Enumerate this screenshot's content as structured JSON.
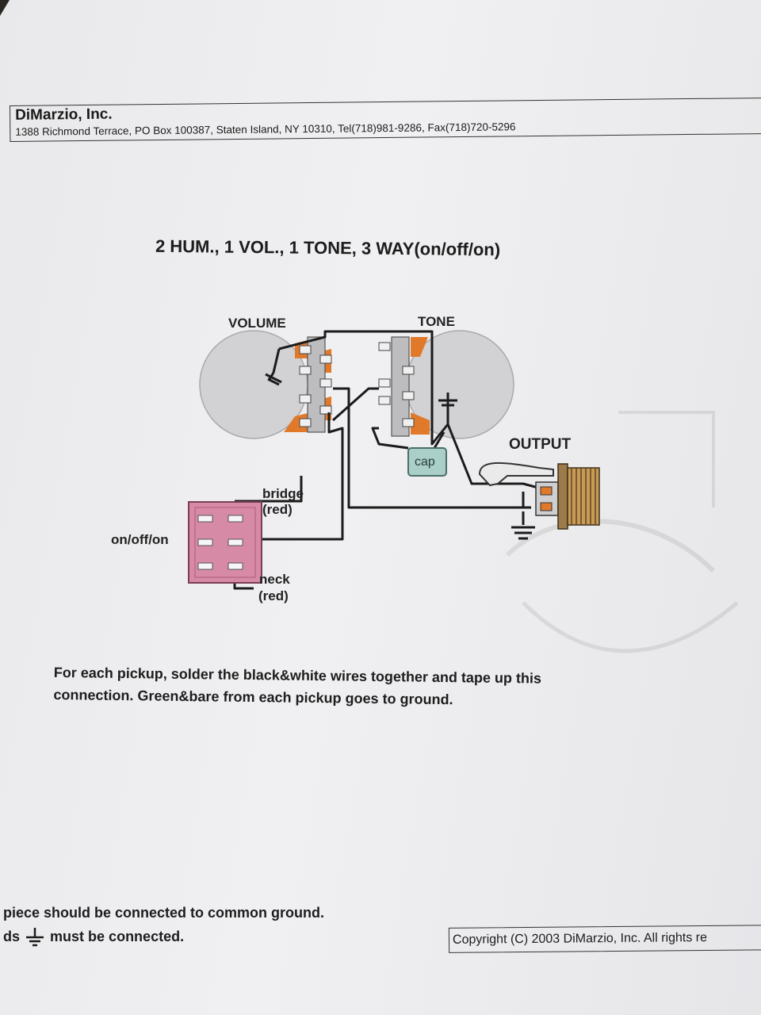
{
  "header": {
    "company": "DiMarzio, Inc.",
    "address": "1388 Richmond Terrace, PO Box 100387, Staten Island, NY 10310, Tel(718)981-9286, Fax(718)720-5296"
  },
  "diagram": {
    "title": "2 HUM., 1 VOL., 1 TONE, 3 WAY(on/off/on)",
    "labels": {
      "volume": "VOLUME",
      "tone": "TONE",
      "output": "OUTPUT",
      "cap": "cap",
      "bridge": "bridge",
      "bridge_color": "(red)",
      "neck": "neck",
      "neck_color": "(red)",
      "switch": "on/off/on"
    },
    "colors": {
      "pot": "#d2d2d4",
      "lug": "#e07a2a",
      "switch": "#d68aa6",
      "cap": "#a9cfc8",
      "wire": "#1b1b1b"
    }
  },
  "instructions": {
    "line1": "For each pickup, solder the black&white wires together and tape up this",
    "line2": "connection.  Green&bare from each pickup goes to ground."
  },
  "footer": {
    "line1": "piece should be connected to common ground.",
    "line2_prefix": "ds",
    "line2_suffix": "must be connected.",
    "copyright": "Copyright (C) 2003 DiMarzio, Inc. All rights re"
  }
}
